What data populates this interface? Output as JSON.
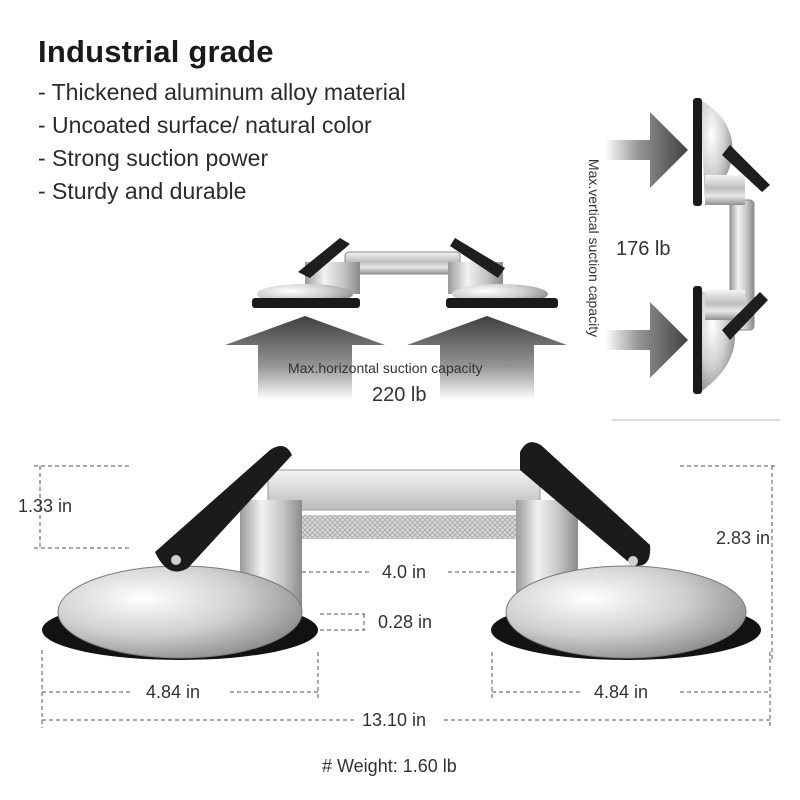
{
  "heading": "Industrial grade",
  "features": [
    "- Thickened aluminum alloy material",
    "- Uncoated surface/ natural color",
    "- Strong suction power",
    "- Sturdy and durable"
  ],
  "horizontal": {
    "label": "Max.horizontal suction capacity",
    "value": "220 lb"
  },
  "vertical": {
    "label": "Max.vertical suction capacity",
    "value": "176 lb"
  },
  "dimensions": {
    "handle_height": "1.33 in",
    "total_height": "2.83 in",
    "grip_width": "4.0 in",
    "pad_thickness": "0.28 in",
    "left_pad_diameter": "4.84 in",
    "right_pad_diameter": "4.84 in",
    "total_length": "13.10 in"
  },
  "weight": "# Weight: 1.60 lb"
}
